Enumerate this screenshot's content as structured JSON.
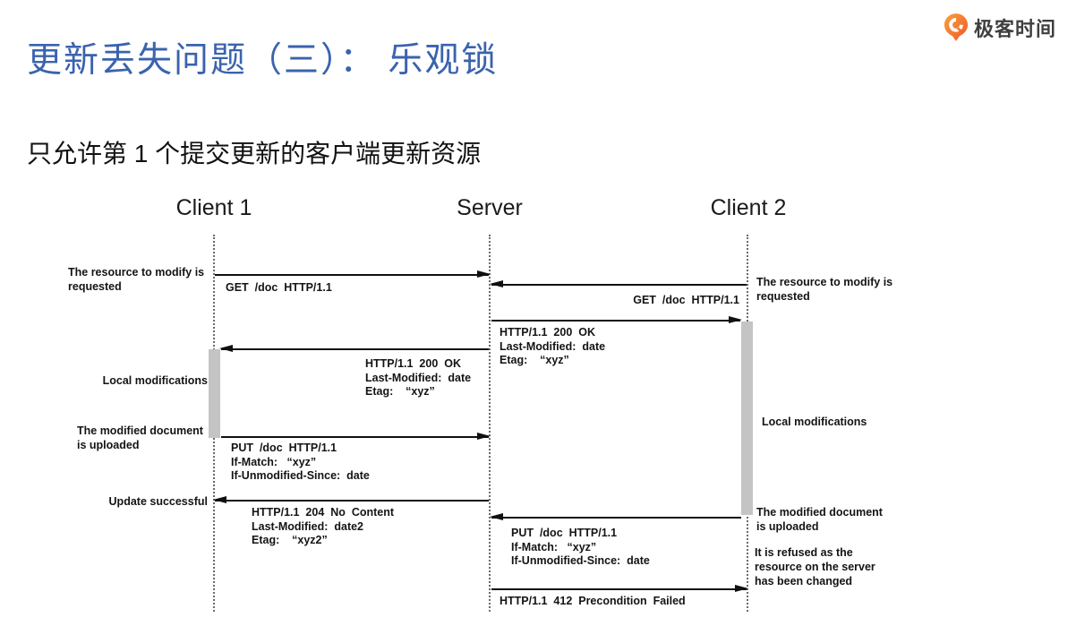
{
  "header": {
    "title": "更新丢失问题（三）： 乐观锁",
    "subtitle": "只允许第 1 个提交更新的客户端更新资源",
    "logo_text": "极客时间"
  },
  "colors": {
    "title_blue": "#3A63AE",
    "logo_orange": "#F25B2A",
    "activation_bar_gray": "#C4C4C4"
  },
  "diagram": {
    "type": "sequence",
    "actors": {
      "client1": "Client 1",
      "server": "Server",
      "client2": "Client 2"
    },
    "messages": {
      "get1": {
        "from": "Client 1",
        "to": "Server",
        "lines": [
          "GET  /doc  HTTP/1.1"
        ]
      },
      "get2": {
        "from": "Client 2",
        "to": "Server",
        "lines": [
          "GET  /doc  HTTP/1.1"
        ]
      },
      "ok2": {
        "from": "Server",
        "to": "Client 2",
        "lines": [
          "HTTP/1.1  200  OK",
          "Last-Modified:  date",
          "Etag:    “xyz”"
        ]
      },
      "ok1": {
        "from": "Server",
        "to": "Client 1",
        "lines": [
          "HTTP/1.1  200  OK",
          "Last-Modified:  date",
          "Etag:    “xyz”"
        ]
      },
      "put1": {
        "from": "Client 1",
        "to": "Server",
        "lines": [
          "PUT  /doc  HTTP/1.1",
          "If-Match:   “xyz”",
          "If-Unmodified-Since:  date"
        ]
      },
      "resp204": {
        "from": "Server",
        "to": "Client 1",
        "lines": [
          "HTTP/1.1  204  No  Content",
          "Last-Modified:  date2",
          "Etag:    “xyz2”"
        ]
      },
      "put2": {
        "from": "Client 2",
        "to": "Server",
        "lines": [
          "PUT  /doc  HTTP/1.1",
          "If-Match:   “xyz”",
          "If-Unmodified-Since:  date"
        ]
      },
      "resp412": {
        "from": "Server",
        "to": "Client 2",
        "lines": [
          "HTTP/1.1  412  Precondition  Failed"
        ]
      }
    },
    "annotations": {
      "left": [
        "The resource to modify is requested",
        "Local modifications",
        "The modified document is uploaded",
        "Update successful"
      ],
      "right": [
        "The resource to modify is requested",
        "Local modifications",
        "The modified document is uploaded",
        "It is refused as the resource on the server has been changed"
      ]
    }
  }
}
